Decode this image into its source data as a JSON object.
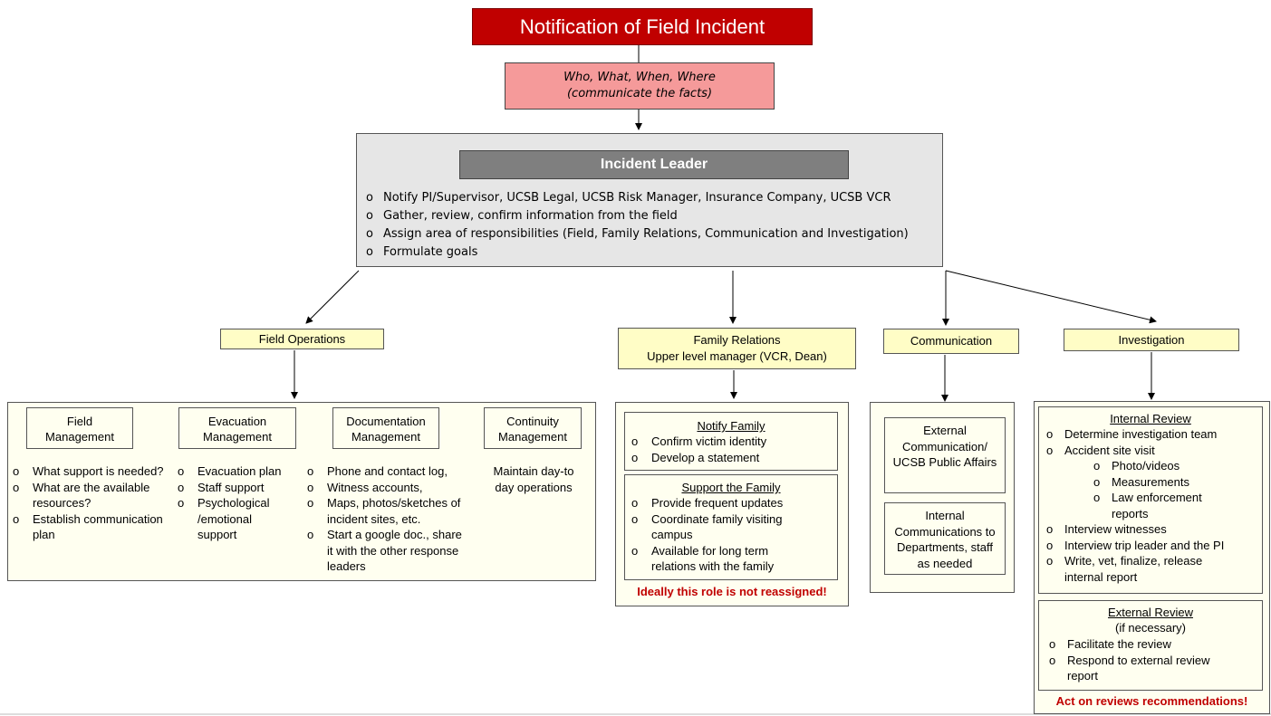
{
  "title": "Notification of Field Incident",
  "facts": {
    "line1": "Who, What, When, Where",
    "line2": "(communicate the facts)"
  },
  "leader": {
    "title": "Incident Leader",
    "bullet": "o",
    "items": [
      "Notify PI/Supervisor, UCSB Legal, UCSB Risk Manager, Insurance Company, UCSB VCR",
      "Gather, review, confirm information from the field",
      "Assign area of responsibilities (Field, Family Relations, Communication and Investigation)",
      "Formulate goals"
    ]
  },
  "field_ops": {
    "label": "Field Operations",
    "field_mgmt": {
      "label1": "Field",
      "label2": "Management",
      "items": [
        "What support is needed?",
        "What are the available resources?",
        "Establish communication plan"
      ]
    },
    "evac_mgmt": {
      "label1": "Evacuation",
      "label2": "Management",
      "items": [
        "Evacuation plan",
        "Staff support",
        "Psychological /emotional support"
      ]
    },
    "doc_mgmt": {
      "label1": "Documentation",
      "label2": "Management",
      "items": [
        "Phone and contact log,",
        "Witness accounts,",
        "Maps, photos/sketches of incident sites, etc.",
        "Start a google doc., share it with the other response leaders"
      ]
    },
    "cont_mgmt": {
      "label1": "Continuity",
      "label2": "Management",
      "text": "Maintain day-to day operations"
    }
  },
  "family": {
    "label1": "Family Relations",
    "label2": "Upper level manager (VCR, Dean)",
    "notify": {
      "title": "Notify Family",
      "items": [
        "Confirm victim identity",
        "Develop a statement"
      ]
    },
    "support": {
      "title": "Support the Family",
      "items": [
        "Provide frequent updates",
        "Coordinate family visiting campus",
        "Available for long term relations with the family"
      ]
    },
    "note": "Ideally this role is not reassigned!"
  },
  "communication": {
    "label": "Communication",
    "external": "External Communication/ UCSB Public Affairs",
    "internal": "Internal Communications to Departments, staff as needed"
  },
  "investigation": {
    "label": "Investigation",
    "internal": {
      "title": "Internal Review",
      "item1": "Determine investigation team",
      "item2": "Accident site visit",
      "sub_items": [
        "Photo/videos",
        "Measurements",
        "Law enforcement reports"
      ],
      "item3": "Interview witnesses",
      "item4": "Interview trip leader and the PI",
      "item5": "Write, vet, finalize, release internal report"
    },
    "external": {
      "title": "External Review",
      "subtitle": "(if necessary)",
      "items": [
        "Facilitate the review",
        "Respond to external review report"
      ]
    },
    "note": "Act on reviews recommendations!"
  }
}
